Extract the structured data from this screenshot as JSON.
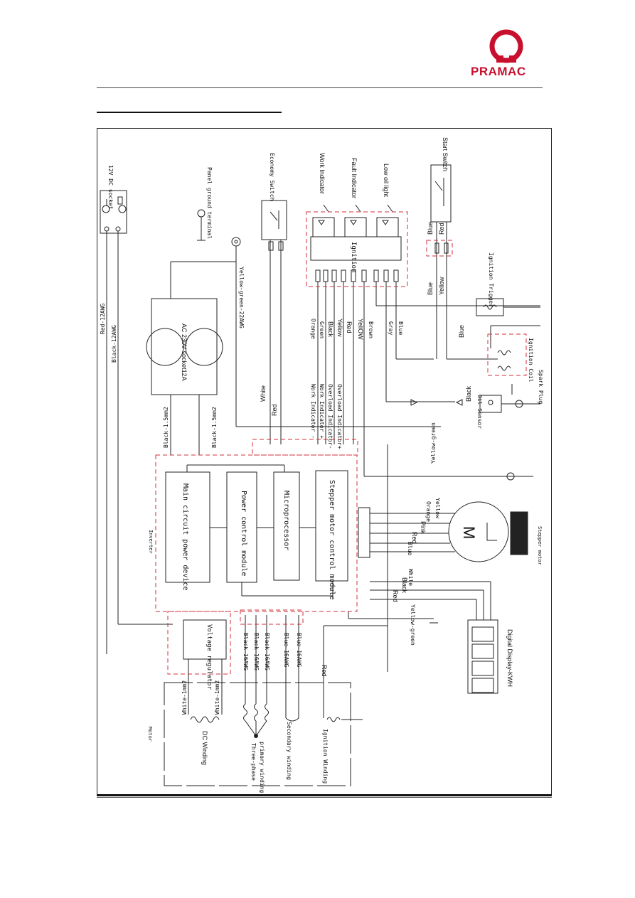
{
  "header": {
    "brand": "PRAMAC",
    "brand_color": "#c8102e"
  },
  "diagram": {
    "dc_socket": "12V DC socket",
    "panel_ground": "Panel ground terminal",
    "economy_switch": "Economy Switch",
    "work_indicator": "Work Indicator",
    "fault_indicator": "Fault Indicator",
    "low_oil_light": "Low oil light",
    "start_switch": "Start Switch",
    "ignition": "Ignition",
    "red_wire": "Red-12AWG",
    "black_wire": "Black-12AWG",
    "ac_socket": "AC 230V socket12A",
    "yellow_green_22": "Yellow-green-22AWG",
    "white": "White",
    "red": "Red",
    "black_15a": "Black-1.5mm2",
    "black_15b": "Black-1.5mm2",
    "work_ind_minus": "Work Indicator -",
    "work_ind_plus": "Work Indicator +",
    "overload_minus": "Overload Indicator-",
    "overload_plus": "Overload Indicator+",
    "orange": "Orange",
    "green": "Green",
    "black": "Black",
    "yellow": "Yellow",
    "red2": "Red",
    "yellow2": "YellOW",
    "brown": "Brown",
    "gray": "Gray",
    "blue_lc": "Blue",
    "blue": "Blue",
    "red_s": "Red",
    "blue2": "Blue",
    "yellow_s": "Yellow",
    "ignition_trigger": "Ignition Trigger",
    "blue3": "Blue",
    "ignition_coil": "Ignition Coil",
    "spark_plug": "Spark Plug",
    "black_os": "Black",
    "oil_sensor": "Oil Sensor",
    "yellow_green": "Yellow-green",
    "inverter": "Inverter",
    "main_circuit": "Main circuit power device",
    "power_control": "Power control module",
    "microprocessor": "Microprocessor",
    "stepper_control": "Stepper motor control module",
    "motor_m": "M",
    "stepper_motor": "Stepper motor",
    "sm_orange": "Orange",
    "sm_yellow": "Yellow",
    "sm_pink": "Pink",
    "sm_red": "Red",
    "sm_blue": "Blue",
    "dd_white": "White",
    "dd_black": "Black",
    "dd_red": "Red",
    "yellow_green2": "Yellow-green",
    "digital_display": "Digital Display-KWH",
    "voltage_regulator": "Voltage regulator",
    "black_16a": "Black-16AWG",
    "black_16b": "Black-16AWG",
    "black_16c": "Black-16AWG",
    "blue_16a": "Blue-16AWG",
    "blue_16b": "Blue-16AWG",
    "red3": "Red",
    "motor": "Motor",
    "white_1a": "White-1mm2",
    "white_1b": "White-1mm2",
    "dc_winding": "DC Winding",
    "three_phase": "Three-phase",
    "primary_winding": "primary winding",
    "secondary_winding": "Secondary winding",
    "ignition_winding": "Ignition Winding"
  }
}
